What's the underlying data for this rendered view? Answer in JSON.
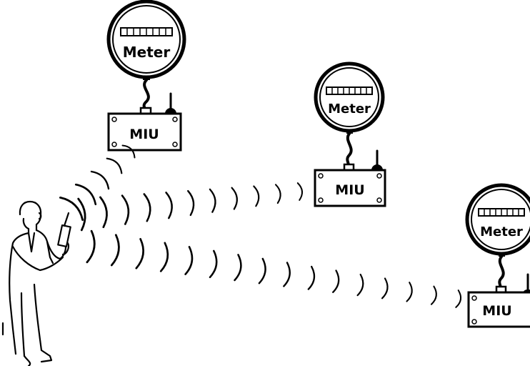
{
  "diagram": {
    "colors": {
      "ink": "#000000",
      "background": "#ffffff"
    },
    "units": [
      {
        "meter_label": "Meter",
        "miu_label": "MIU"
      },
      {
        "meter_label": "Meter",
        "miu_label": "MIU"
      },
      {
        "meter_label": "Meter",
        "miu_label": "MIU"
      }
    ],
    "operator": {
      "icon": "person-with-handheld-reader"
    },
    "signal": {
      "icon": "radio-wave-arcs"
    }
  }
}
